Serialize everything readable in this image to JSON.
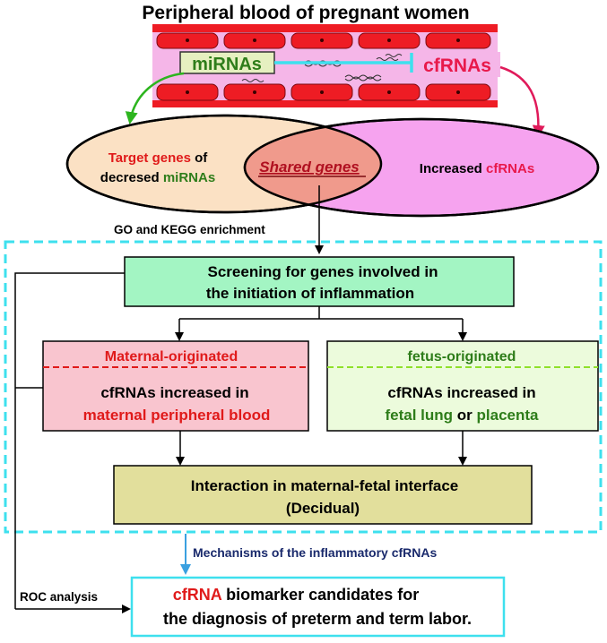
{
  "title": "Peripheral blood of pregnant women",
  "vessel": {
    "mirna_label": "miRNAs",
    "cfrna_label": "cfRNAs"
  },
  "venn": {
    "left": {
      "part1": "Target genes",
      "part2": " of",
      "part3": "decresed ",
      "part4": "miRNAs"
    },
    "center": "Shared genes",
    "right": {
      "part1": "Increased ",
      "part2": "cfRNAs"
    }
  },
  "enrichment_label": "GO and KEGG enrichment",
  "screening": {
    "line1": "Screening for genes involved in",
    "line2": "the initiation of inflammation"
  },
  "maternal": {
    "header": "Maternal-originated",
    "line1": "cfRNAs increased in",
    "line2": "maternal peripheral blood"
  },
  "fetus": {
    "header": "fetus-originated",
    "line1": "cfRNAs increased in",
    "line2_a": "fetal lung",
    "line2_b": " or ",
    "line2_c": "placenta"
  },
  "interaction": {
    "line1": "Interaction in maternal-fetal interface",
    "line2": "(Decidual)"
  },
  "mechanisms_label": "Mechanisms of the inflammatory cfRNAs",
  "roc_label": "ROC analysis",
  "biomarker": {
    "line1_a": "cfRNA",
    "line1_b": " biomarker candidates for",
    "line2": "the diagnosis of preterm and term labor."
  },
  "colors": {
    "vessel_red": "#ee1c24",
    "vessel_pink": "#f5b6e8",
    "mirna_green": "#2e7d1a",
    "cfrna_red": "#e8194b",
    "left_ellipse": "#fbe1c4",
    "right_ellipse": "#f6a3ef",
    "dashed_cyan": "#3ee0ee",
    "screening_fill": "#a3f5c3",
    "maternal_fill": "#f9c5cf",
    "fetus_fill": "#ecfbdc",
    "interaction_fill": "#e2df9c",
    "mechanisms_text": "#1a2a6c",
    "mechanisms_arrow": "#3aa0e0"
  }
}
